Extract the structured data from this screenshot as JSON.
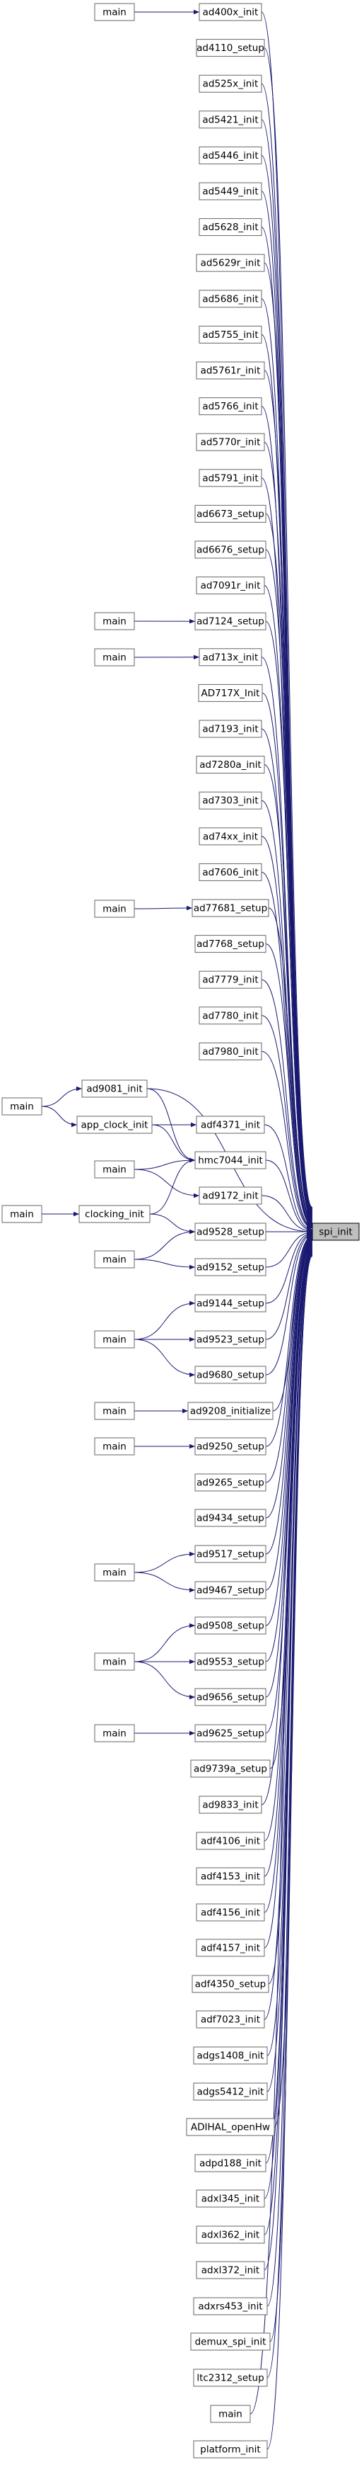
{
  "target": {
    "id": "spi_init",
    "label": "spi_init"
  },
  "colors": {
    "edge": "#191970",
    "node_border": "#666666",
    "node_fill": "#ffffff",
    "target_fill": "#bfbfbf",
    "target_border": "#000000",
    "text": "#000000"
  },
  "nodes": [
    {
      "id": "ad400x_init",
      "label": "ad400x_init"
    },
    {
      "id": "ad4110_setup",
      "label": "ad4110_setup"
    },
    {
      "id": "ad525x_init",
      "label": "ad525x_init"
    },
    {
      "id": "ad5421_init",
      "label": "ad5421_init"
    },
    {
      "id": "ad5446_init",
      "label": "ad5446_init"
    },
    {
      "id": "ad5449_init",
      "label": "ad5449_init"
    },
    {
      "id": "ad5628_init",
      "label": "ad5628_init"
    },
    {
      "id": "ad5629r_init",
      "label": "ad5629r_init"
    },
    {
      "id": "ad5686_init",
      "label": "ad5686_init"
    },
    {
      "id": "ad5755_init",
      "label": "ad5755_init"
    },
    {
      "id": "ad5761r_init",
      "label": "ad5761r_init"
    },
    {
      "id": "ad5766_init",
      "label": "ad5766_init"
    },
    {
      "id": "ad5770r_init",
      "label": "ad5770r_init"
    },
    {
      "id": "ad5791_init",
      "label": "ad5791_init"
    },
    {
      "id": "ad6673_setup",
      "label": "ad6673_setup"
    },
    {
      "id": "ad6676_setup",
      "label": "ad6676_setup"
    },
    {
      "id": "ad7091r_init",
      "label": "ad7091r_init"
    },
    {
      "id": "ad7124_setup",
      "label": "ad7124_setup"
    },
    {
      "id": "ad713x_init",
      "label": "ad713x_init"
    },
    {
      "id": "AD717X_Init",
      "label": "AD717X_Init"
    },
    {
      "id": "ad7193_init",
      "label": "ad7193_init"
    },
    {
      "id": "ad7280a_init",
      "label": "ad7280a_init"
    },
    {
      "id": "ad7303_init",
      "label": "ad7303_init"
    },
    {
      "id": "ad74xx_init",
      "label": "ad74xx_init"
    },
    {
      "id": "ad7606_init",
      "label": "ad7606_init"
    },
    {
      "id": "ad7768_setup",
      "label": "ad7768_setup"
    },
    {
      "id": "ad77681_setup",
      "label": "ad77681_setup"
    },
    {
      "id": "ad7779_init",
      "label": "ad7779_init"
    },
    {
      "id": "ad7780_init",
      "label": "ad7780_init"
    },
    {
      "id": "ad7980_init",
      "label": "ad7980_init"
    },
    {
      "id": "ad9081_init",
      "label": "ad9081_init"
    },
    {
      "id": "adf4371_init",
      "label": "adf4371_init"
    },
    {
      "id": "hmc7044_init",
      "label": "hmc7044_init"
    },
    {
      "id": "ad9172_init",
      "label": "ad9172_init"
    },
    {
      "id": "ad9528_setup",
      "label": "ad9528_setup"
    },
    {
      "id": "ad9152_setup",
      "label": "ad9152_setup"
    },
    {
      "id": "ad9144_setup",
      "label": "ad9144_setup"
    },
    {
      "id": "ad9523_setup",
      "label": "ad9523_setup"
    },
    {
      "id": "ad9680_setup",
      "label": "ad9680_setup"
    },
    {
      "id": "ad9208_initialize",
      "label": "ad9208_initialize"
    },
    {
      "id": "ad9250_setup",
      "label": "ad9250_setup"
    },
    {
      "id": "ad9265_setup",
      "label": "ad9265_setup"
    },
    {
      "id": "ad9434_setup",
      "label": "ad9434_setup"
    },
    {
      "id": "ad9517_setup",
      "label": "ad9517_setup"
    },
    {
      "id": "ad9467_setup",
      "label": "ad9467_setup"
    },
    {
      "id": "ad9508_setup",
      "label": "ad9508_setup"
    },
    {
      "id": "ad9553_setup",
      "label": "ad9553_setup"
    },
    {
      "id": "ad9656_setup",
      "label": "ad9656_setup"
    },
    {
      "id": "ad9625_setup",
      "label": "ad9625_setup"
    },
    {
      "id": "ad9739a_setup",
      "label": "ad9739a_setup"
    },
    {
      "id": "ad9833_init",
      "label": "ad9833_init"
    },
    {
      "id": "adf4106_init",
      "label": "adf4106_init"
    },
    {
      "id": "adf4153_init",
      "label": "adf4153_init"
    },
    {
      "id": "adf4156_init",
      "label": "adf4156_init"
    },
    {
      "id": "adf4157_init",
      "label": "adf4157_init"
    },
    {
      "id": "adf4350_setup",
      "label": "adf4350_setup"
    },
    {
      "id": "adf7023_init",
      "label": "adf7023_init"
    },
    {
      "id": "adgs1408_init",
      "label": "adgs1408_init"
    },
    {
      "id": "adgs5412_init",
      "label": "adgs5412_init"
    },
    {
      "id": "ADIHAL_openHw",
      "label": "ADIHAL_openHw"
    },
    {
      "id": "adpd188_init",
      "label": "adpd188_init"
    },
    {
      "id": "adxl345_init",
      "label": "adxl345_init"
    },
    {
      "id": "adxl362_init",
      "label": "adxl362_init"
    },
    {
      "id": "adxl372_init",
      "label": "adxl372_init"
    },
    {
      "id": "adxrs453_init",
      "label": "adxrs453_init"
    },
    {
      "id": "demux_spi_init",
      "label": "demux_spi_init"
    },
    {
      "id": "ltc2312_setup",
      "label": "ltc2312_setup"
    },
    {
      "id": "main_col3",
      "label": "main"
    },
    {
      "id": "platform_init",
      "label": "platform_init"
    },
    {
      "id": "app_clock_init",
      "label": "app_clock_init"
    },
    {
      "id": "clocking_init",
      "label": "clocking_init"
    },
    {
      "id": "main_a",
      "label": "main"
    },
    {
      "id": "main_b",
      "label": "main"
    },
    {
      "id": "main_c",
      "label": "main"
    },
    {
      "id": "main_d",
      "label": "main"
    },
    {
      "id": "main_e",
      "label": "main"
    },
    {
      "id": "main_f",
      "label": "main"
    },
    {
      "id": "main_g",
      "label": "main"
    },
    {
      "id": "main_h",
      "label": "main"
    },
    {
      "id": "main_i",
      "label": "main"
    },
    {
      "id": "main_j",
      "label": "main"
    },
    {
      "id": "main_k",
      "label": "main"
    },
    {
      "id": "main_l",
      "label": "main"
    },
    {
      "id": "main_m",
      "label": "main"
    },
    {
      "id": "main_n",
      "label": "main"
    },
    {
      "id": "main_o",
      "label": "main"
    }
  ],
  "edges": [
    [
      "main_a",
      "ad400x_init"
    ],
    [
      "main_b",
      "ad7124_setup"
    ],
    [
      "main_c",
      "ad713x_init"
    ],
    [
      "main_d",
      "ad77681_setup"
    ],
    [
      "main_e",
      "ad9081_init"
    ],
    [
      "main_e",
      "app_clock_init"
    ],
    [
      "app_clock_init",
      "hmc7044_init"
    ],
    [
      "main_f",
      "hmc7044_init"
    ],
    [
      "main_f",
      "ad9172_init"
    ],
    [
      "ad9081_init",
      "hmc7044_init"
    ],
    [
      "main_g",
      "clocking_init"
    ],
    [
      "clocking_init",
      "hmc7044_init"
    ],
    [
      "clocking_init",
      "ad9528_setup"
    ],
    [
      "main_h",
      "ad9528_setup"
    ],
    [
      "main_h",
      "ad9152_setup"
    ],
    [
      "main_i",
      "ad9144_setup"
    ],
    [
      "main_i",
      "ad9523_setup"
    ],
    [
      "main_i",
      "ad9680_setup"
    ],
    [
      "main_j",
      "ad9208_initialize"
    ],
    [
      "main_k",
      "ad9250_setup"
    ],
    [
      "main_l",
      "ad9517_setup"
    ],
    [
      "main_l",
      "ad9467_setup"
    ],
    [
      "main_m",
      "ad9508_setup"
    ],
    [
      "main_m",
      "ad9553_setup"
    ],
    [
      "main_m",
      "ad9656_setup"
    ],
    [
      "main_n",
      "ad9625_setup"
    ]
  ]
}
